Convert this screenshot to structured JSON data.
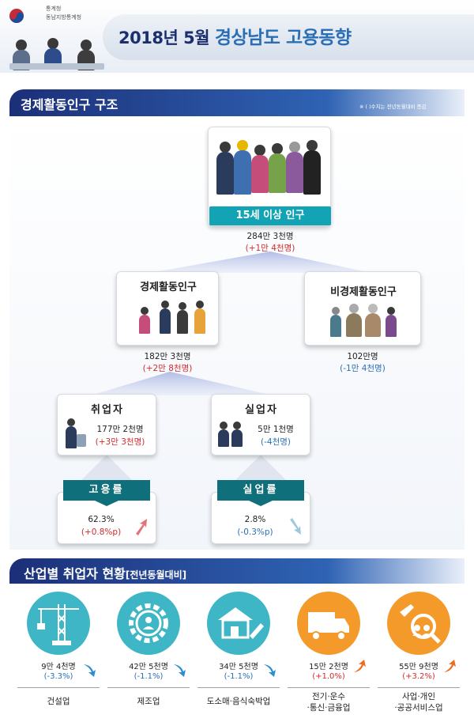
{
  "header": {
    "org_line1": "통계청",
    "org_line2": "동남지방통계청",
    "title_prefix": "2018년 5월",
    "title_main": "경상남도 고용동향"
  },
  "structure": {
    "section_title": "경제활동인구 구조",
    "note": "※ (   )수치는 전년동월대비 증감",
    "pop15": {
      "label": "15세 이상 인구",
      "value": "284만 3천명",
      "change": "(+1만 4천명)"
    },
    "active": {
      "label": "경제활동인구",
      "value": "182만 3천명",
      "change": "(+2만 8천명)"
    },
    "inactive": {
      "label": "비경제활동인구",
      "value": "102만명",
      "change": "(-1만 4천명)"
    },
    "employed": {
      "label": "취업자",
      "value": "177만 2천명",
      "change": "(+3만 3천명)"
    },
    "unemployed": {
      "label": "실업자",
      "value": "5만 1천명",
      "change": "(-4천명)"
    },
    "employment_rate": {
      "label": "고용률",
      "value": "62.3%",
      "change": "(+0.8%p)"
    },
    "unemployment_rate": {
      "label": "실업률",
      "value": "2.8%",
      "change": "(-0.3%p)"
    }
  },
  "industry": {
    "section_title": "산업별 취업자 현황",
    "section_subtitle": "[전년동월대비]",
    "items": [
      {
        "name": "건설업",
        "value": "9만 4천명",
        "change": "(-3.3%)",
        "trend": "down",
        "icon": "crane-icon",
        "color": "#3fb6c6"
      },
      {
        "name": "제조업",
        "value": "42만 5천명",
        "change": "(-1.1%)",
        "trend": "down",
        "icon": "gear-icon",
        "color": "#3fb6c6"
      },
      {
        "name": "도소매·음식숙박업",
        "value": "34만 5천명",
        "change": "(-1.1%)",
        "trend": "down",
        "icon": "shop-icon",
        "color": "#3fb6c6"
      },
      {
        "name_line1": "전기·운수",
        "name_line2": "·통신·금융업",
        "value": "15만 2천명",
        "change": "(+1.0%)",
        "trend": "up",
        "icon": "truck-icon",
        "color": "#f49a2b"
      },
      {
        "name_line1": "사업·개인",
        "name_line2": "·공공서비스업",
        "value": "55만 9천명",
        "change": "(+3.2%)",
        "trend": "up",
        "icon": "service-icon",
        "color": "#f49a2b"
      }
    ]
  },
  "colors": {
    "navy": "#1c2f78",
    "teal": "#12a3b4",
    "increase": "#d22b2b",
    "decrease": "#2a6fb6"
  }
}
